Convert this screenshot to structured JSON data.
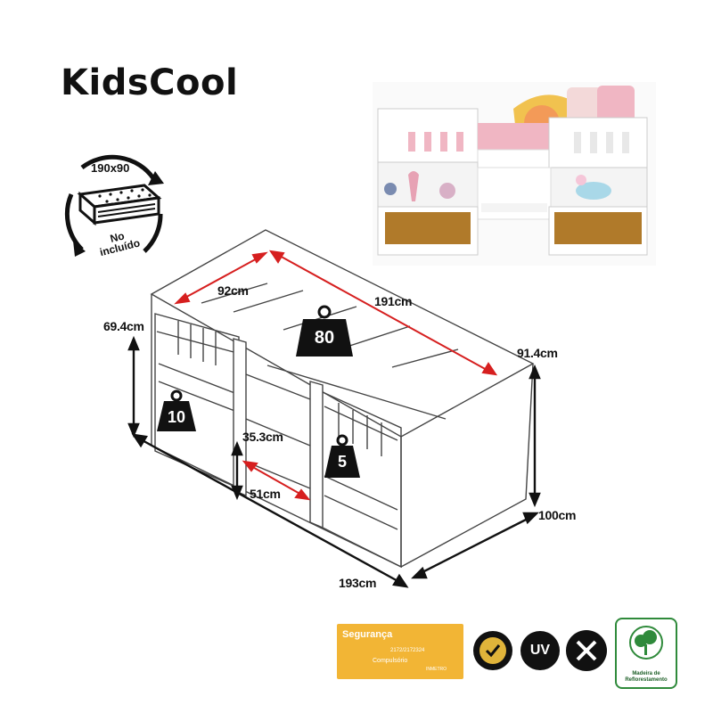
{
  "brand": {
    "name": "KidsCool"
  },
  "mattress": {
    "size": "190x90",
    "note_line1": "No",
    "note_line2": "incluído"
  },
  "dimensions": {
    "bed_width": "92cm",
    "bed_length": "191cm",
    "top_height": "69.4cm",
    "right_height": "91.4cm",
    "side_total": "100cm",
    "front_total": "193cm",
    "desk_height": "35.3cm",
    "desk_width": "51cm"
  },
  "weights": {
    "top": "80",
    "left_drawer": "10",
    "desk": "5"
  },
  "badges": {
    "security_title": "Segurança",
    "security_sub": "Compulsório",
    "security_num": "2172/2172324",
    "security_org": "INMETRO",
    "uv": "UV",
    "eco_line1": "Madeira de",
    "eco_line2": "Reflorestamento"
  },
  "colors": {
    "dimension_arrow": "#d61f1f",
    "wood": "#b07a2a",
    "pink": "#f0b6c3",
    "eco_green": "#2f8a3b"
  },
  "icons": [
    "mattress-icon",
    "weight-icon",
    "uv-icon",
    "tools-icon",
    "certified-seal-icon",
    "tree-icon"
  ]
}
